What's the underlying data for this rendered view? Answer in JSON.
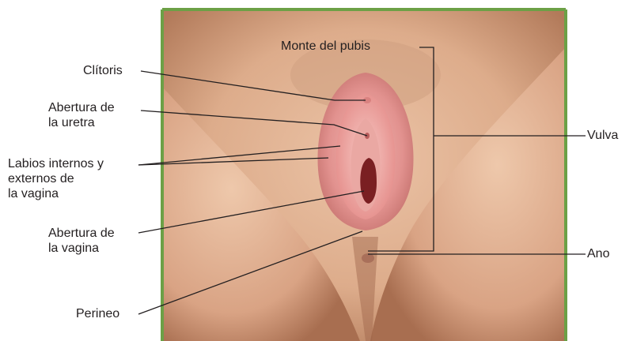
{
  "colors": {
    "frame": "#6ca046",
    "leader": "#231f20",
    "skin": "#e2b394",
    "mucosa": "#e79a97"
  },
  "labels": {
    "monte_del_pubis": "Monte del pubis",
    "clitoris": "Clítoris",
    "abertura_uretra": "Abertura de\nla uretra",
    "labios": "Labios internos y\nexternos de\nla vagina",
    "abertura_vagina": "Abertura de\nla vagina",
    "perineo": "Perineo",
    "vulva": "Vulva",
    "ano": "Ano"
  }
}
